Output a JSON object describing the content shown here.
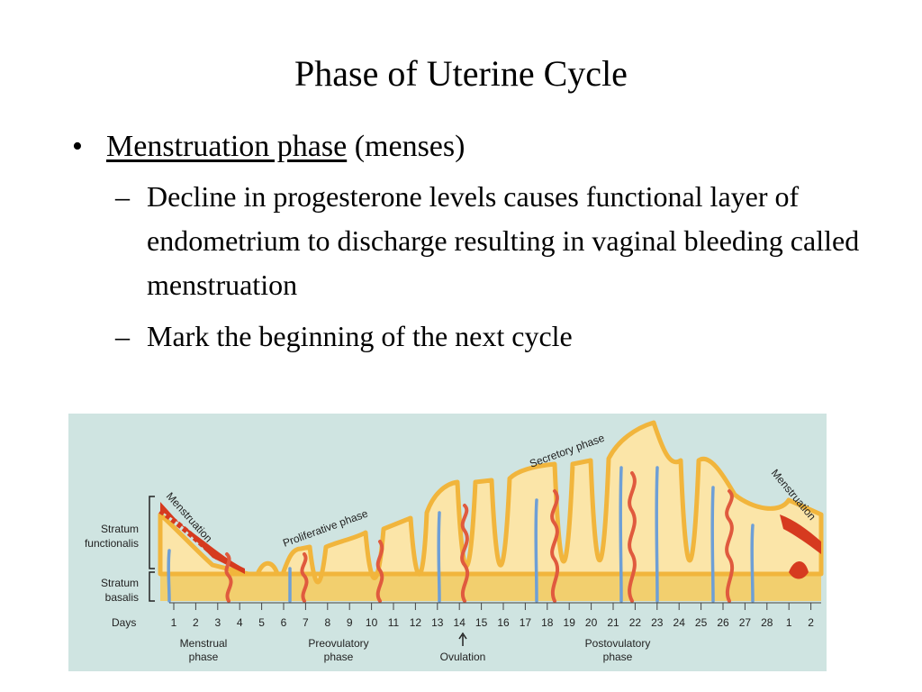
{
  "slide": {
    "title": "Phase of Uterine Cycle",
    "bullet_symbol": "•",
    "dash_symbol": "–",
    "main_bullet": {
      "underlined": "Menstruation phase",
      "rest": " (menses)"
    },
    "sub_bullets": [
      "Decline in progesterone levels causes functional layer of endometrium to discharge resulting in vaginal bleeding called menstruation",
      "Mark the beginning of the next cycle"
    ]
  },
  "figure": {
    "layer_labels": {
      "functionalis": [
        "Stratum",
        "functionalis"
      ],
      "basalis": [
        "Stratum",
        "basalis"
      ]
    },
    "phase_labels": {
      "menstruation_start": "Menstruation",
      "proliferative": "Proliferative phase",
      "secretory": "Secretory phase",
      "menstruation_end": "Menstruation"
    },
    "days_label": "Days",
    "days": [
      "1",
      "2",
      "3",
      "4",
      "5",
      "6",
      "7",
      "8",
      "9",
      "10",
      "11",
      "12",
      "13",
      "14",
      "15",
      "16",
      "17",
      "18",
      "19",
      "20",
      "21",
      "22",
      "23",
      "24",
      "25",
      "26",
      "27",
      "28",
      "1",
      "2"
    ],
    "bottom_labels": {
      "menstrual": [
        "Menstrual",
        "phase"
      ],
      "preovulatory": [
        "Preovulatory",
        "phase"
      ],
      "ovulation": "Ovulation",
      "postovulatory": [
        "Postovulatory",
        "phase"
      ]
    },
    "colors": {
      "background": "#cfe4e1",
      "basalis": "#f2cf6e",
      "functionalis": "#fbe5a8",
      "outline": "#f1b53c",
      "artery": "#e05a3e",
      "vein": "#6e9fd6",
      "menstrual_blood": "#d63a1f"
    }
  }
}
